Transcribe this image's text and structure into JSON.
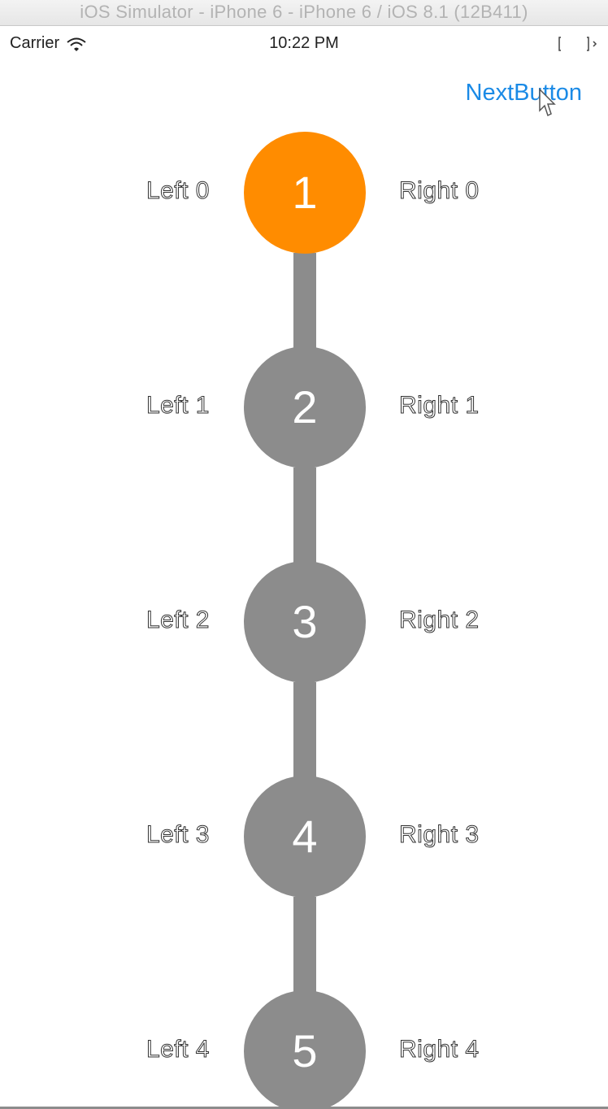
{
  "window": {
    "title": "iOS Simulator - iPhone 6 - iPhone 6 / iOS 8.1 (12B411)"
  },
  "status_bar": {
    "carrier": "Carrier",
    "time": "10:22 PM",
    "wifi_icon": "wifi-icon",
    "battery_icon": "battery-icon"
  },
  "nav": {
    "next_label": "NextButton"
  },
  "colors": {
    "active_step": "#ff8c00",
    "inactive_step": "#8c8c8c",
    "link": "#1a8ae6"
  },
  "steps": [
    {
      "number": "1",
      "left": "Left 0",
      "right": "Right 0",
      "active": true
    },
    {
      "number": "2",
      "left": "Left 1",
      "right": "Right 1",
      "active": false
    },
    {
      "number": "3",
      "left": "Left 2",
      "right": "Right 2",
      "active": false
    },
    {
      "number": "4",
      "left": "Left 3",
      "right": "Right 3",
      "active": false
    },
    {
      "number": "5",
      "left": "Left 4",
      "right": "Right 4",
      "active": false
    }
  ]
}
